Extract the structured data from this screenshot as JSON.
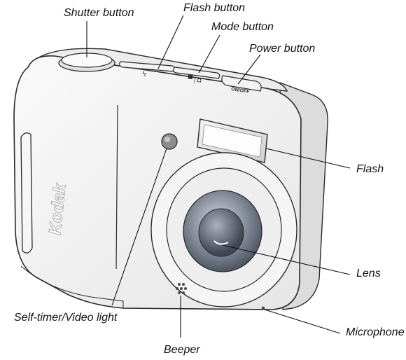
{
  "diagram": {
    "brand_logo": "Kodak",
    "body_markings": {
      "power_switch": "ON/OFF",
      "flash_symbol": "ϟ",
      "mode_symbols": "▀ | ◘"
    },
    "labels": {
      "shutter_button": "Shutter button",
      "flash_button": "Flash button",
      "mode_button": "Mode button",
      "power_button": "Power button",
      "flash": "Flash",
      "lens": "Lens",
      "microphone": "Microphone",
      "beeper": "Beeper",
      "self_timer": "Self-timer/Video light"
    },
    "colors": {
      "outline": "#2a2a2a",
      "body_fill": "#f2f2f2",
      "lens_dark": "#5c6472",
      "lens_light": "#c9ced6"
    }
  }
}
